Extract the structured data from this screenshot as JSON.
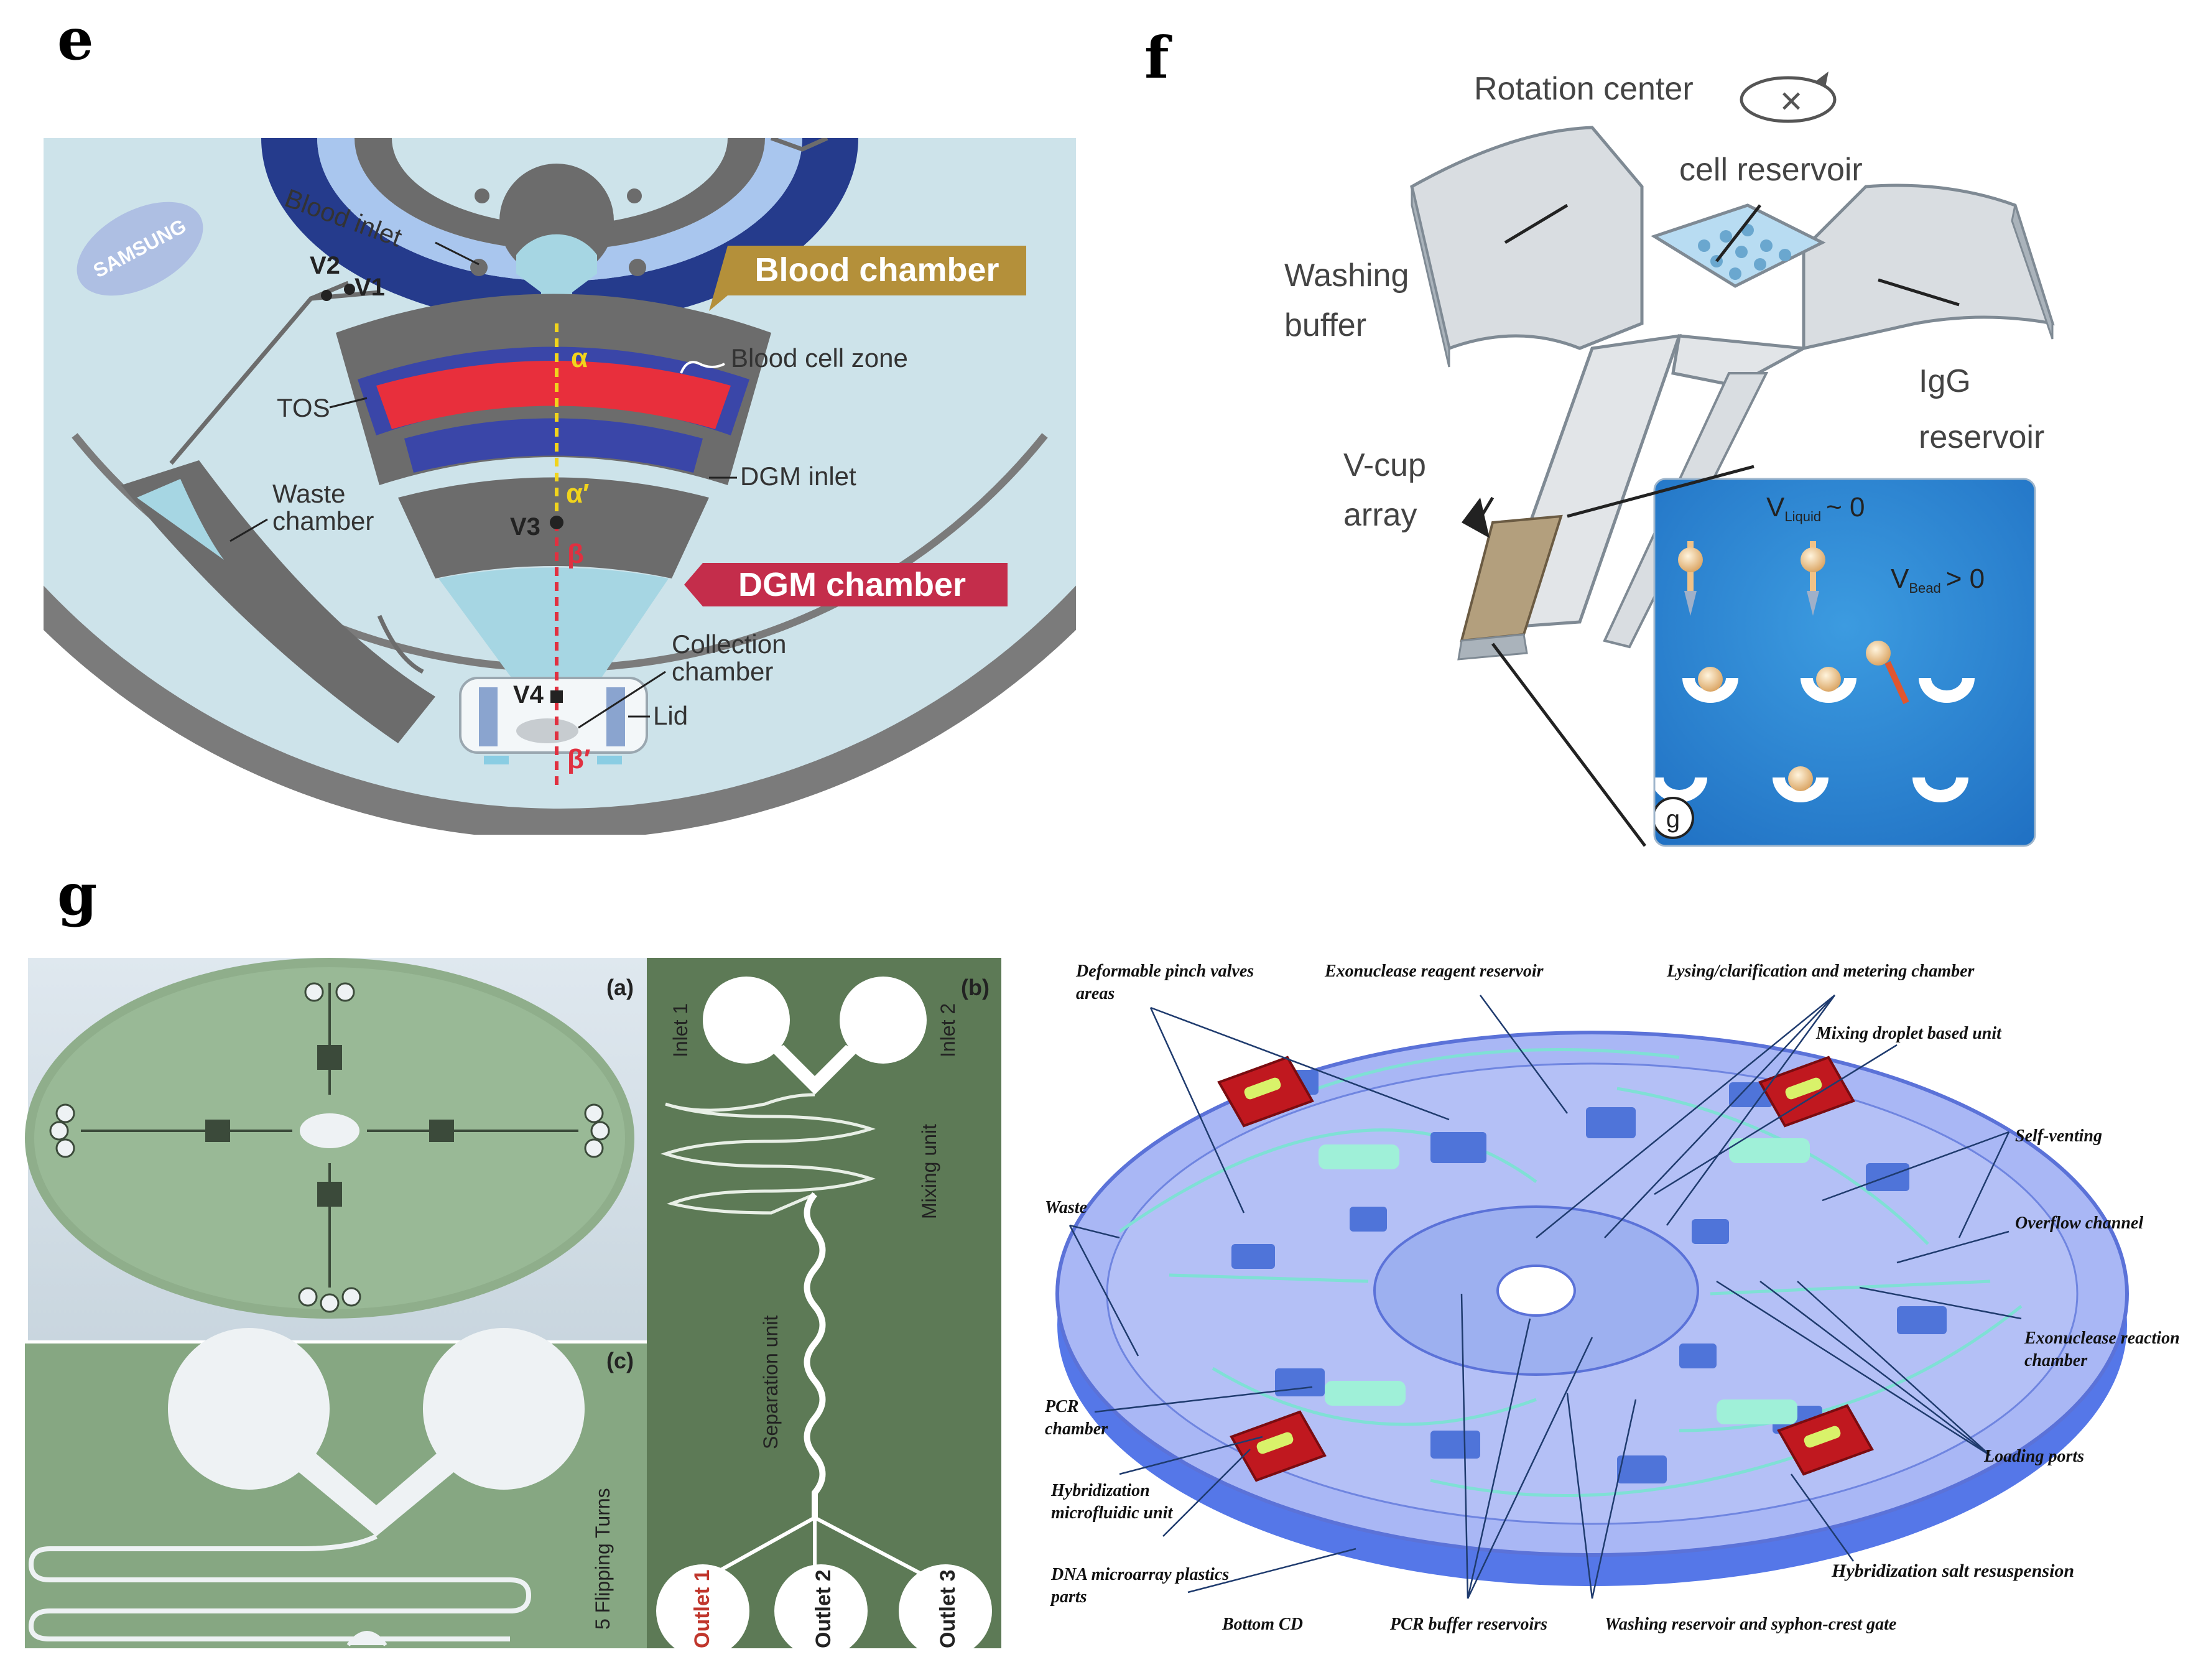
{
  "panels": {
    "e": {
      "letter": "e"
    },
    "f": {
      "letter": "f"
    },
    "g": {
      "letter": "g"
    }
  },
  "panel_e": {
    "brand": "SAMSUNG",
    "blood_inlet": "Blood inlet",
    "v1": "V1",
    "v2": "V2",
    "v3": "V3",
    "v4": "V4",
    "blood_chamber": "Blood chamber",
    "blood_cell_zone": "Blood cell zone",
    "tos": "TOS",
    "alpha": "α",
    "alpha_prime": "α′",
    "beta": "β",
    "beta_prime": "β′",
    "dgm_inlet": "DGM inlet",
    "waste_line1": "Waste",
    "waste_line2": "chamber",
    "dgm_chamber": "DGM chamber",
    "collection_line1": "Collection",
    "collection_line2": "chamber",
    "lid": "Lid"
  },
  "panel_f": {
    "rotation_center": "Rotation center",
    "cell_reservoir": "cell reservoir",
    "washing_line1": "Washing",
    "washing_line2": "buffer",
    "igg_line1": "IgG",
    "igg_line2": "reservoir",
    "vcup_line1": "V-cup",
    "vcup_line2": "array",
    "v_liquid": "V",
    "v_liquid_sub": "Liquid",
    "v_liquid_eq": "~ 0",
    "v_bead": "V",
    "v_bead_sub": "Bead",
    "v_bead_eq": "> 0",
    "inset_tag": "g"
  },
  "panel_g1": {
    "tag_a": "(a)",
    "tag_b": "(b)",
    "tag_c": "(c)",
    "inlet1": "Inlet 1",
    "inlet2": "Inlet 2",
    "mixing_unit": "Mixing unit",
    "separation_unit": "Separation unit",
    "flipping_turns": "5 Flipping Turns",
    "outlet1": "Outlet 1",
    "outlet2": "Outlet 2",
    "outlet3": "Outlet 3"
  },
  "panel_g2": {
    "pinch_line1": "Deformable pinch valves",
    "pinch_line2": "areas",
    "exo_reagent": "Exonuclease reagent  reservoir",
    "lysing": "Lysing/clarification and metering chamber",
    "mixing_droplet": "Mixing droplet based unit",
    "self_venting": "Self-venting",
    "overflow": "Overflow channel",
    "waste": "Waste",
    "exo_reaction_line1": "Exonuclease reaction",
    "exo_reaction_line2": "chamber",
    "pcr_line1": "PCR",
    "pcr_line2": "chamber",
    "loading_ports": "Loading ports",
    "hybrid_line1": "Hybridization",
    "hybrid_line2": "microfluidic unit",
    "hybrid_salt": "Hybridization salt resuspension",
    "dna_line1": "DNA microarray plastics",
    "dna_line2": "parts",
    "bottom_cd": "Bottom CD",
    "pcr_buffer": "PCR buffer reservoirs",
    "washing_reservoir": "Washing reservoir and syphon-crest gate"
  }
}
